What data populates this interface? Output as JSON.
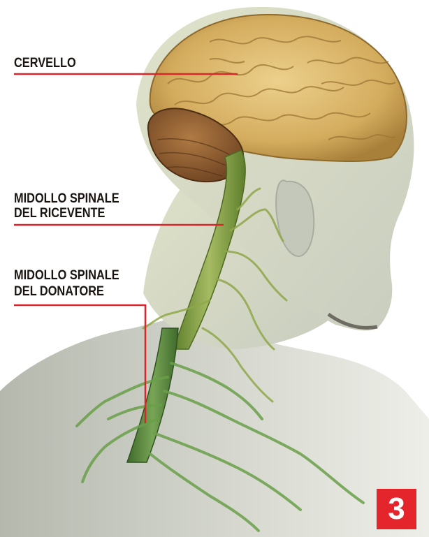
{
  "labels": {
    "brain": "CERVELLO",
    "recipient_line1": "MIDOLLO SPINALE",
    "recipient_line2": "DEL RICEVENTE",
    "donor_line1": "MIDOLLO SPINALE",
    "donor_line2": "DEL DONATORE"
  },
  "panel_number": "3",
  "colors": {
    "leader_line": "#d8262c",
    "badge": "#e4252b",
    "brain": "#d6b36a",
    "cerebellum": "#8a5a2e",
    "spinal_cord": "#6f8f3a",
    "body": "#c9ccc0"
  }
}
